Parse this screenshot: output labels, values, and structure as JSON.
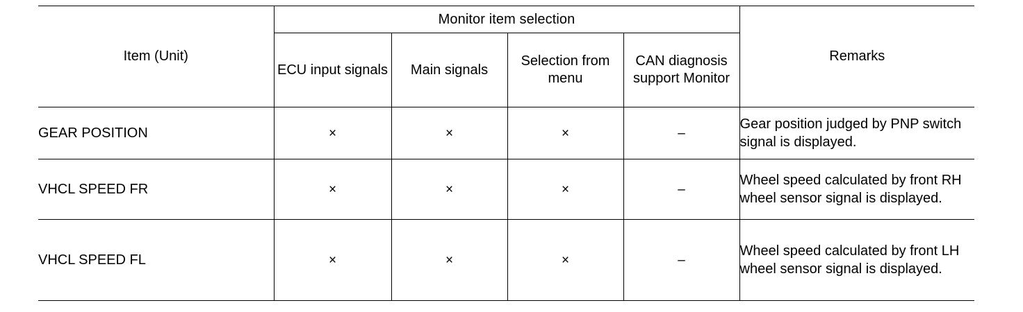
{
  "table": {
    "headers": {
      "item_unit": "Item (Unit)",
      "monitor_group": "Monitor item selection",
      "ecu_input_signals": "ECU input signals",
      "main_signals": "Main signals",
      "selection_from_menu": "Selection from menu",
      "can_diagnosis_support_monitor": "CAN diagnosis support Monitor",
      "remarks": "Remarks"
    },
    "marks": {
      "supported": "×",
      "not_supported": "–"
    },
    "rows": [
      {
        "item": "GEAR POSITION",
        "ecu_input_signals": "×",
        "main_signals": "×",
        "selection_from_menu": "×",
        "can_diagnosis_support_monitor": "–",
        "remarks": "Gear position judged by PNP switch signal is displayed."
      },
      {
        "item": "VHCL SPEED FR",
        "ecu_input_signals": "×",
        "main_signals": "×",
        "selection_from_menu": "×",
        "can_diagnosis_support_monitor": "–",
        "remarks": "Wheel speed calculated by front RH wheel sensor signal is displayed."
      },
      {
        "item": "VHCL SPEED FL",
        "ecu_input_signals": "×",
        "main_signals": "×",
        "selection_from_menu": "×",
        "can_diagnosis_support_monitor": "–",
        "remarks": "Wheel speed calculated by front LH wheel sensor signal is displayed."
      }
    ]
  },
  "colors": {
    "ink": "#000000",
    "paper": "#ffffff"
  }
}
